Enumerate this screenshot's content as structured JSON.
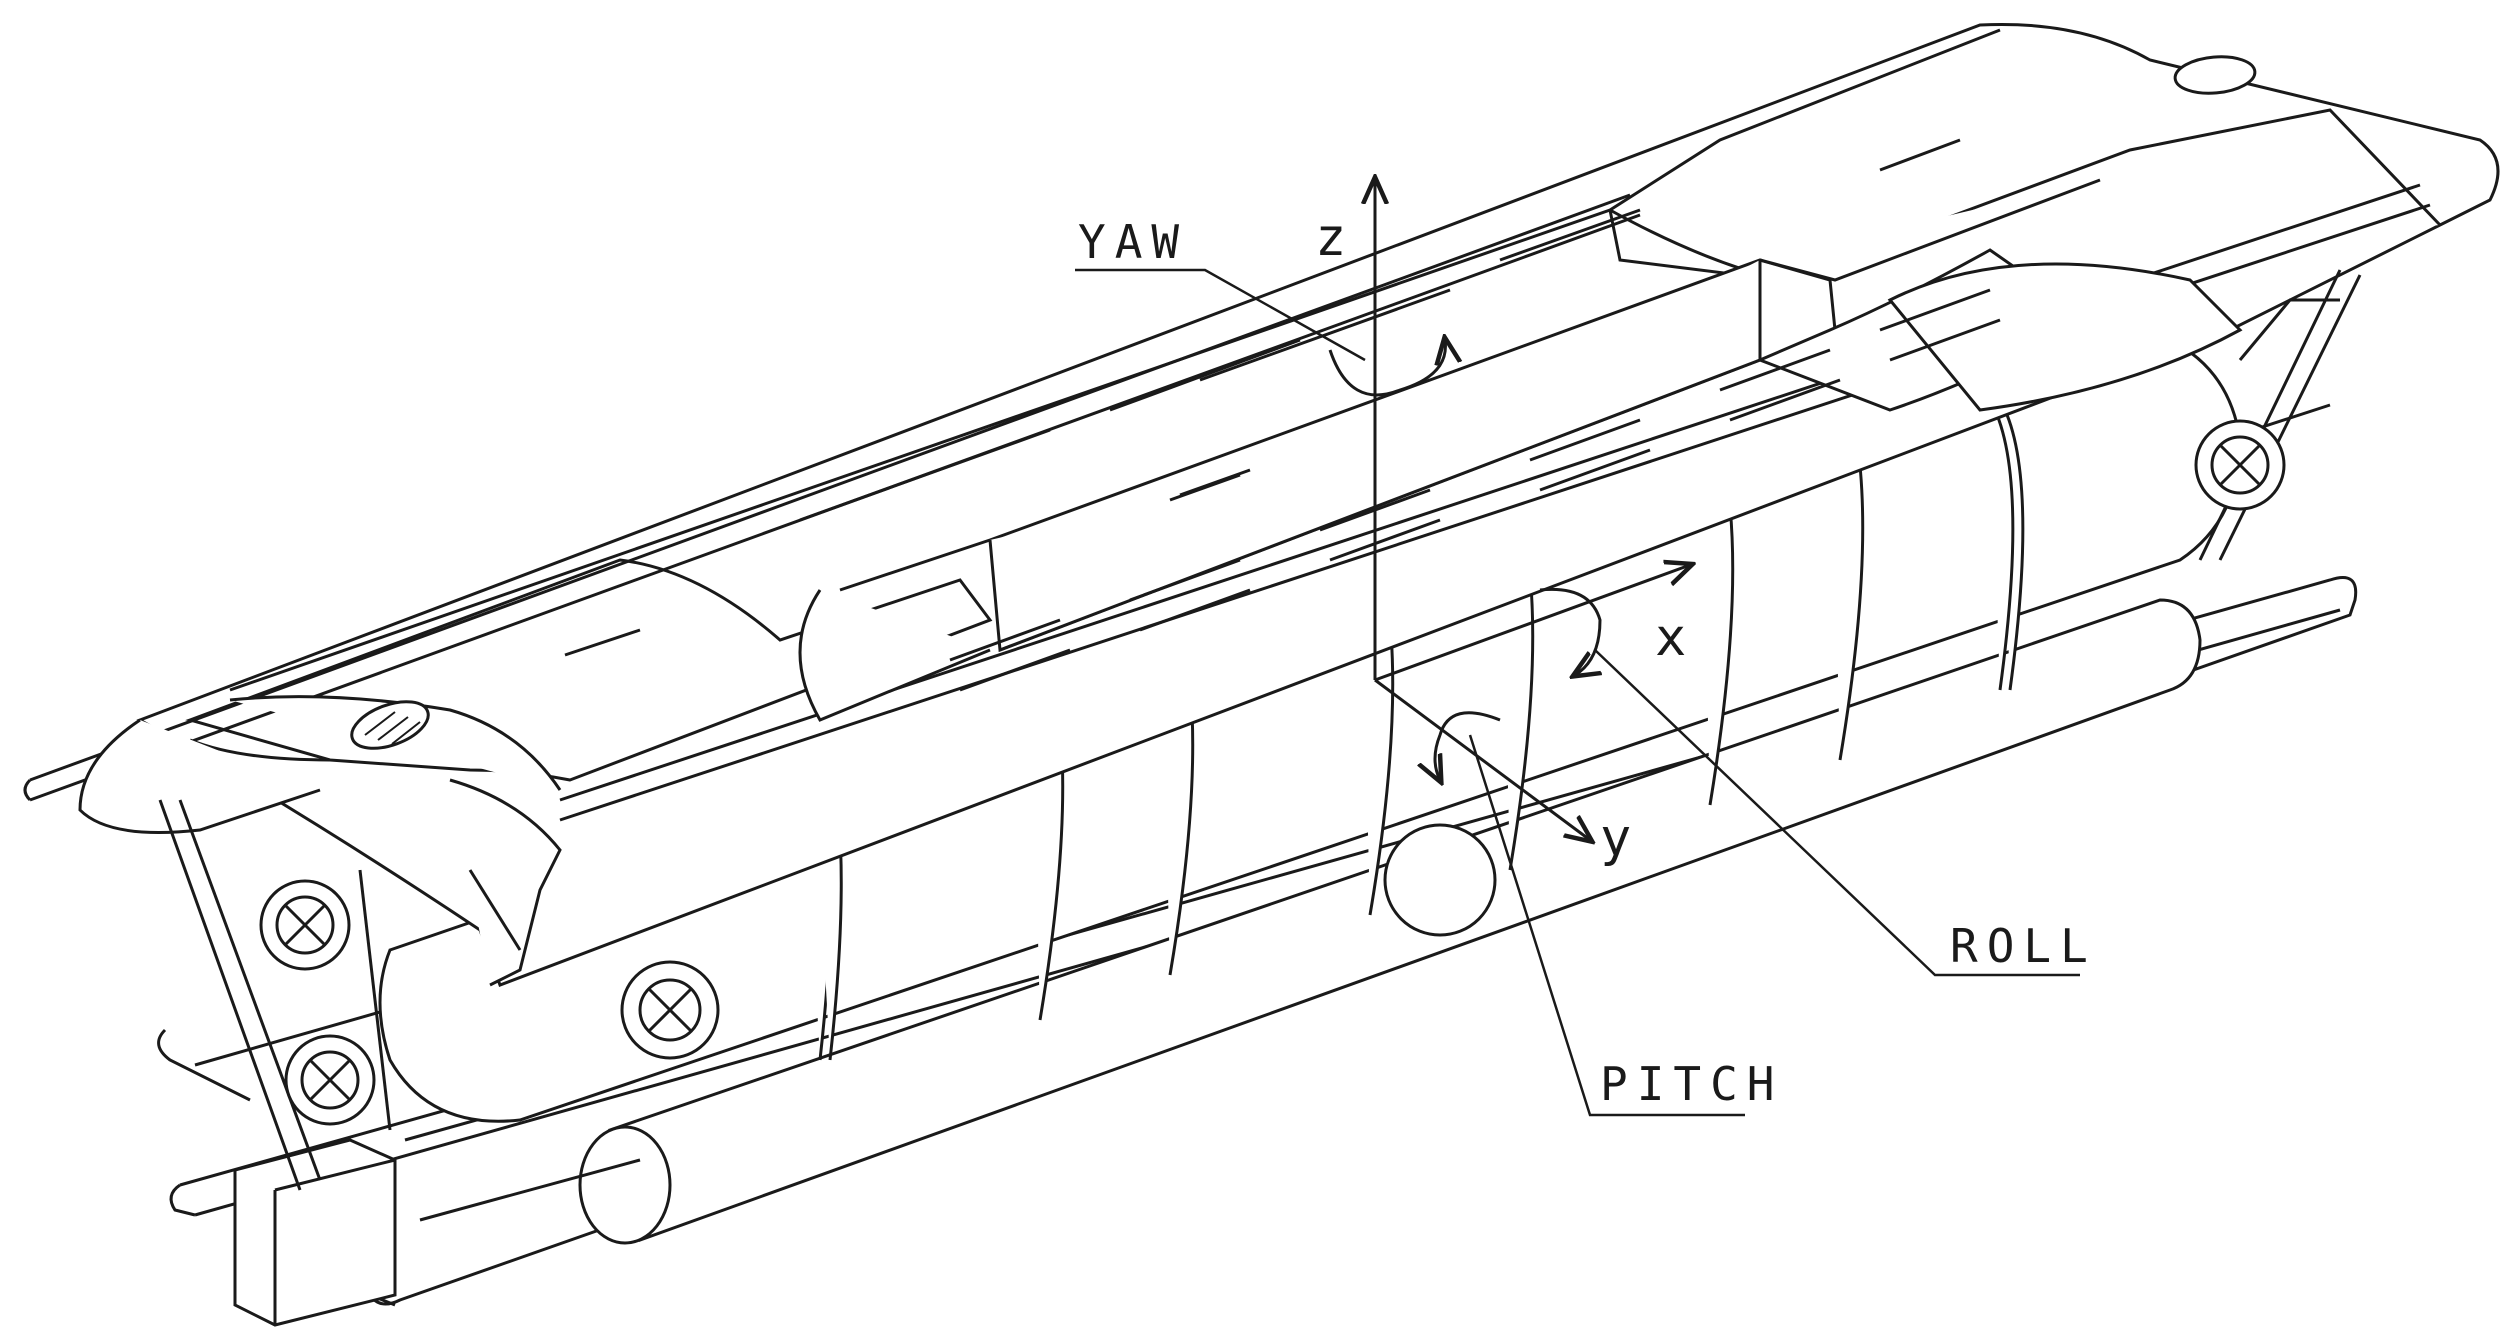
{
  "drawing": {
    "annotations": {
      "yaw": "YAW",
      "roll": "ROLL",
      "pitch": "PITCH"
    },
    "axes": {
      "x": "x",
      "y": "y",
      "z": "z"
    },
    "line_color": "#1a1a1a",
    "background": "#ffffff"
  }
}
